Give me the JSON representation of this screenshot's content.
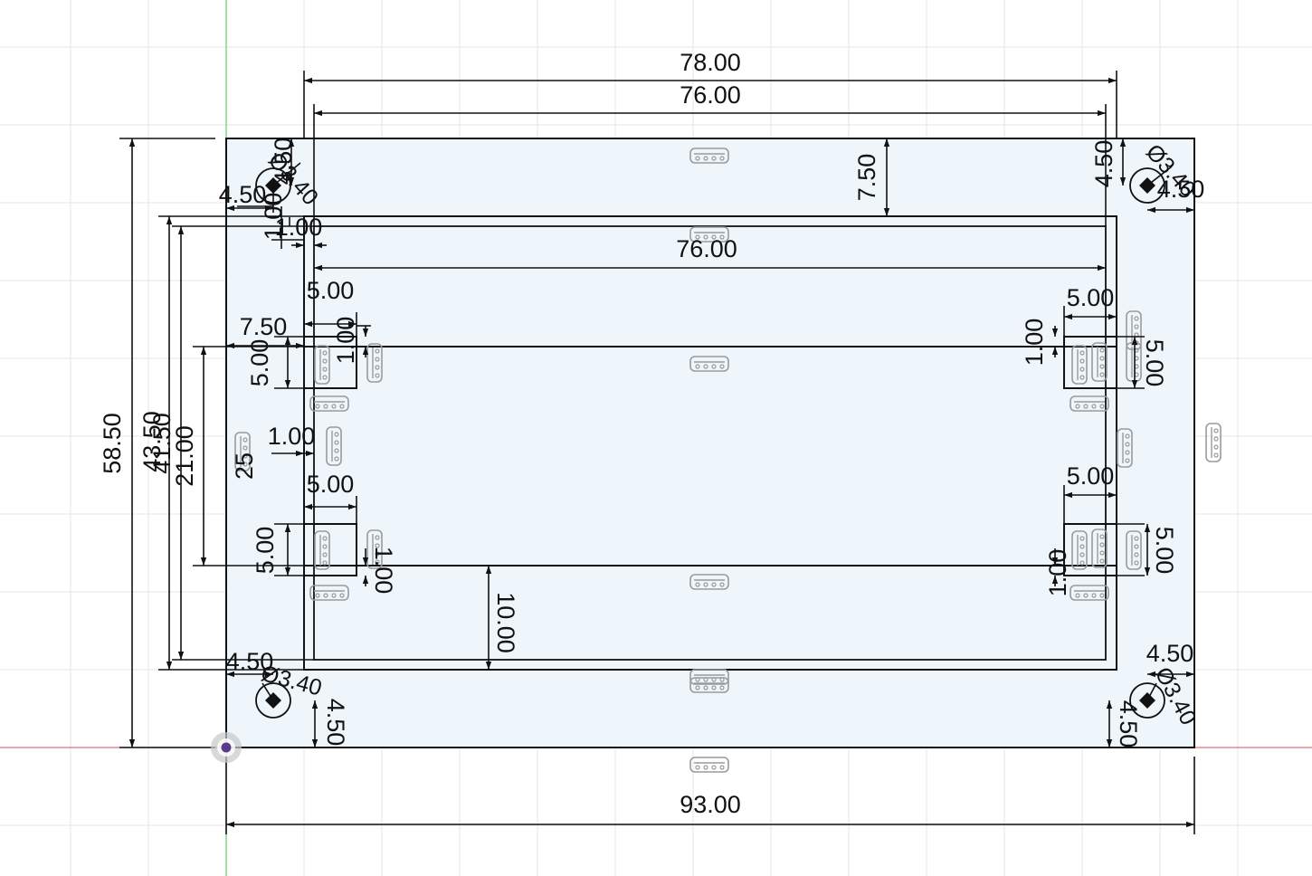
{
  "colors": {
    "background": "#ffffff",
    "grid": "#e4e6ea",
    "plate_fill": "#eef6fb",
    "sketch_line": "#111111",
    "x_axis": "#e0707a",
    "y_axis": "#5fcf6a",
    "origin": "#5a3d8a",
    "constraint_glyph": "#9a9a9a"
  },
  "dimensions": {
    "overall_width": "93.00",
    "overall_height": "58.50",
    "outer_pocket_width": "78.00",
    "inner_pocket_width_top": "76.00",
    "inner_pocket_width_mid": "76.00",
    "top_margin": "7.50",
    "pocket_height_outer": "43.50",
    "pocket_height_inner": "41.50",
    "slot_height": "21.00",
    "slot_to_bottom": "10.00",
    "left_offset": "7.50",
    "wall_thickness_top": "1.00",
    "wall_thickness_left": "1.00",
    "wall_thickness_side": "1.00",
    "tab_width_top_left": "5.00",
    "tab_width_top_right": "5.00",
    "tab_width_bottom_left": "5.00",
    "tab_width_bottom_right": "5.00",
    "tab_height_top_left": "5.00",
    "tab_height_top_right": "5.00",
    "tab_height_bottom_left": "5.00",
    "tab_height_bottom_right": "5.00",
    "tab_gap_top_left": "1.00",
    "tab_gap_top_right": "1.00",
    "tab_gap_bottom_left": "1.00",
    "tab_gap_bottom_right": "1.00",
    "hole_diameter": "Ø3.40",
    "hole_offset": "4.50",
    "hole_offset_tl_y": "4.50",
    "hole_offset_tl_x": "4.50",
    "hole_offset_tr_y": "4.50",
    "hole_offset_tr_x": "4.50",
    "hole_offset_bl_x": "4.50",
    "hole_offset_bl_y": "4.50",
    "hole_offset_br_x": "4.50",
    "hole_offset_br_y": "4.50",
    "partial_label_left": "25"
  }
}
